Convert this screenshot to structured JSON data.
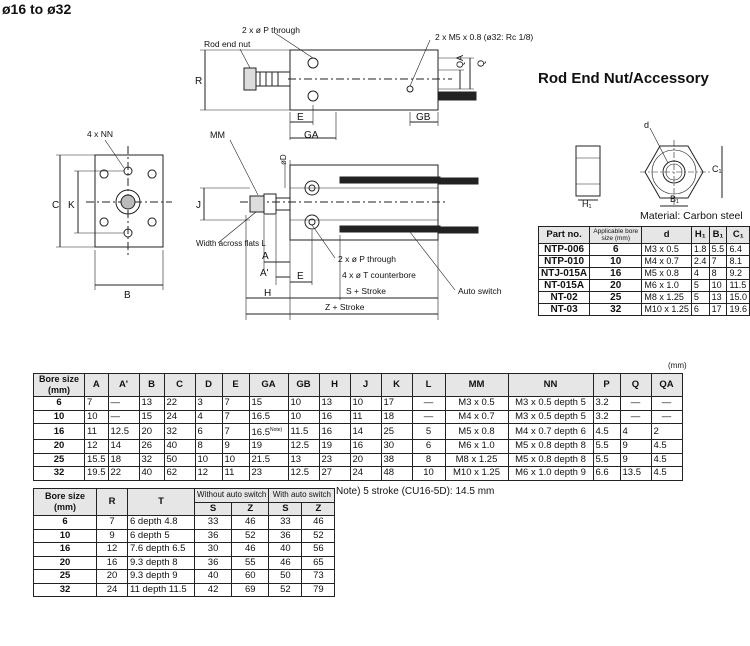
{
  "page_title": "ø16 to ø32",
  "accessory": {
    "title": "Rod End Nut/Accessory",
    "material": "Material: Carbon steel",
    "headers": [
      "Part no.",
      "Applicable bore size (mm)",
      "d",
      "H₁",
      "B₁",
      "C₁"
    ],
    "rows": [
      [
        "NTP-006",
        "6",
        "M3 x 0.5",
        "1.8",
        "5.5",
        "6.4"
      ],
      [
        "NTP-010",
        "10",
        "M4 x 0.7",
        "2.4",
        "7",
        "8.1"
      ],
      [
        "NTJ-015A",
        "16",
        "M5 x 0.8",
        "4",
        "8",
        "9.2"
      ],
      [
        "NT-015A",
        "20",
        "M6 x 1.0",
        "5",
        "10",
        "11.5"
      ],
      [
        "NT-02",
        "25",
        "M8 x 1.25",
        "5",
        "13",
        "15.0"
      ],
      [
        "NT-03",
        "32",
        "M10 x 1.25",
        "6",
        "17",
        "19.6"
      ]
    ]
  },
  "drawing": {
    "labels": {
      "p_through_top": "2 x ø P through",
      "rod_end_nut": "Rod end nut",
      "m5_port": "2 x M5 x 0.8 (ø32: Rc 1/8)",
      "R": "R",
      "QA": "QA",
      "Q": "Q",
      "E": "E",
      "GA": "GA",
      "GB": "GB",
      "nn": "4 x NN",
      "C": "C",
      "K": "K",
      "B": "B",
      "MM": "MM",
      "D": "øD",
      "J": "J",
      "width_across": "Width across flats L",
      "A": "A",
      "A_prime": "A'",
      "H": "H",
      "E2": "E",
      "p_through_bottom": "2 x ø P through",
      "t_counterbore": "4 x ø T counterbore",
      "s_stroke": "S + Stroke",
      "auto_switch": "Auto switch",
      "z_stroke": "Z + Stroke",
      "nut_d": "d",
      "nut_C1": "C₁",
      "nut_B1": "B₁",
      "nut_H1": "H₁"
    }
  },
  "main_table": {
    "unit": "(mm)",
    "headers": [
      "Bore size (mm)",
      "A",
      "A'",
      "B",
      "C",
      "D",
      "E",
      "GA",
      "GB",
      "H",
      "J",
      "K",
      "L",
      "MM",
      "NN",
      "P",
      "Q",
      "QA"
    ],
    "rows": [
      [
        "6",
        "7",
        "—",
        "13",
        "22",
        "3",
        "7",
        "15",
        "10",
        "13",
        "10",
        "17",
        "—",
        "M3 x 0.5",
        "M3 x 0.5 depth 5",
        "3.2",
        "—",
        "—"
      ],
      [
        "10",
        "10",
        "—",
        "15",
        "24",
        "4",
        "7",
        "16.5",
        "10",
        "16",
        "11",
        "18",
        "—",
        "M4 x 0.7",
        "M3 x 0.5 depth 5",
        "3.2",
        "—",
        "—"
      ],
      [
        "16",
        "11",
        "12.5",
        "20",
        "32",
        "6",
        "7",
        "16.5",
        "11.5",
        "16",
        "14",
        "25",
        "5",
        "M5 x 0.8",
        "M4 x 0.7 depth 6",
        "4.5",
        "4",
        "2"
      ],
      [
        "20",
        "12",
        "14",
        "26",
        "40",
        "8",
        "9",
        "19",
        "12.5",
        "19",
        "16",
        "30",
        "6",
        "M6 x 1.0",
        "M5 x 0.8 depth 8",
        "5.5",
        "9",
        "4.5"
      ],
      [
        "25",
        "15.5",
        "18",
        "32",
        "50",
        "10",
        "10",
        "21.5",
        "13",
        "23",
        "20",
        "38",
        "8",
        "M8 x 1.25",
        "M5 x 0.8 depth 8",
        "5.5",
        "9",
        "4.5"
      ],
      [
        "32",
        "19.5",
        "22",
        "40",
        "62",
        "12",
        "11",
        "23",
        "12.5",
        "27",
        "24",
        "48",
        "10",
        "M10 x 1.25",
        "M6 x 1.0 depth 9",
        "6.6",
        "13.5",
        "4.5"
      ]
    ],
    "note_mark": "Note)"
  },
  "sub_table": {
    "headers": [
      "Bore size (mm)",
      "R",
      "T",
      "Without auto switch",
      "With auto switch",
      "S",
      "Z",
      "S",
      "Z"
    ],
    "rows": [
      [
        "6",
        "7",
        "6 depth 4.8",
        "33",
        "46",
        "33",
        "46"
      ],
      [
        "10",
        "9",
        "6 depth 5",
        "36",
        "52",
        "36",
        "52"
      ],
      [
        "16",
        "12",
        "7.6 depth 6.5",
        "30",
        "46",
        "40",
        "56"
      ],
      [
        "20",
        "16",
        "9.3 depth 8",
        "36",
        "55",
        "46",
        "65"
      ],
      [
        "25",
        "20",
        "9.3 depth 9",
        "40",
        "60",
        "50",
        "73"
      ],
      [
        "32",
        "24",
        "11 depth 11.5",
        "42",
        "69",
        "52",
        "79"
      ]
    ],
    "note": "Note) 5 stroke (CU16-5D): 14.5 mm"
  }
}
